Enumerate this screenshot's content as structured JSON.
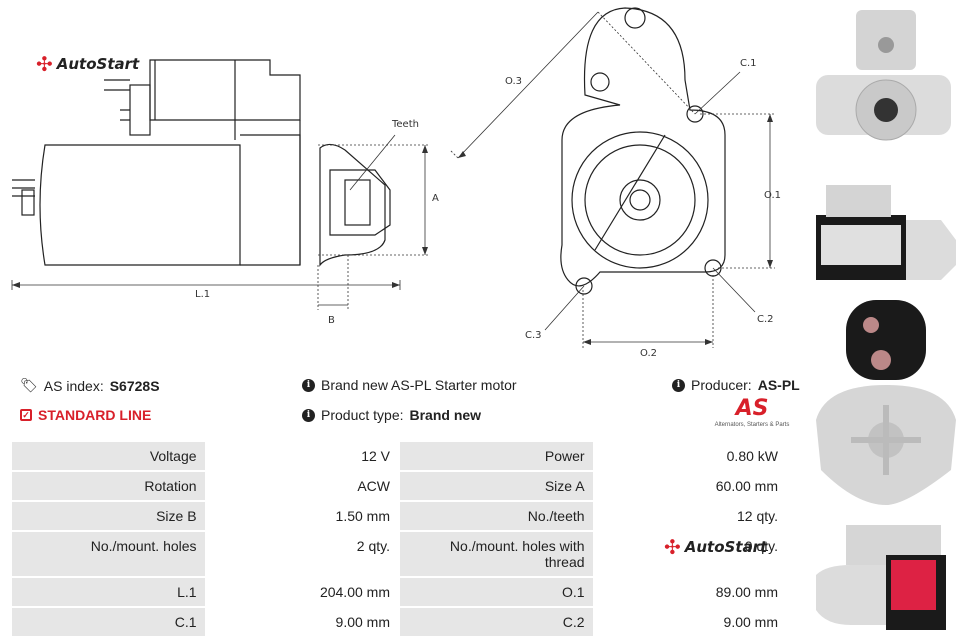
{
  "brand": {
    "name": "AutoStart",
    "color": "#d8202a"
  },
  "drawing": {
    "label_teeth": "Teeth",
    "label_a": "A",
    "label_b": "B",
    "label_l1": "L.1",
    "label_o3": "O.3",
    "label_c1": "C.1",
    "label_o1": "O.1",
    "label_c2": "C.2",
    "label_c3": "C.3",
    "label_o2": "O.2"
  },
  "info": {
    "as_index_label": "AS index:",
    "as_index_value": "S6728S",
    "description": "Brand new AS-PL Starter motor",
    "producer_label": "Producer:",
    "producer_value": "AS-PL",
    "line": "STANDARD LINE",
    "product_type_label": "Product type:",
    "product_type_value": "Brand new",
    "as_logo_text": "AS",
    "as_logo_sub": "Alternators, Starters & Parts"
  },
  "specs": [
    [
      "Voltage",
      "12 V",
      "Power",
      "0.80 kW"
    ],
    [
      "Rotation",
      "ACW",
      "Size A",
      "60.00 mm"
    ],
    [
      "Size B",
      "1.50 mm",
      "No./teeth",
      "12 qty."
    ],
    [
      "No./mount. holes",
      "2 qty.",
      "No./mount. holes with thread",
      "0 qty."
    ],
    [
      "L.1",
      "204.00 mm",
      "O.1",
      "89.00 mm"
    ],
    [
      "C.1",
      "9.00 mm",
      "C.2",
      "9.00 mm"
    ]
  ]
}
